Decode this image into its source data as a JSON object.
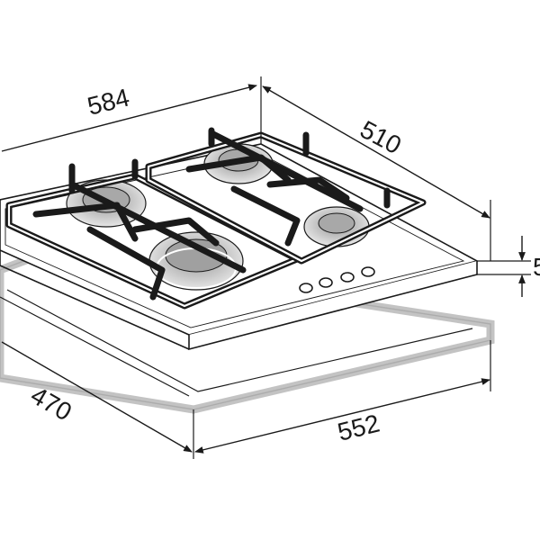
{
  "dimensions": {
    "overall_width": "584",
    "overall_depth": "510",
    "cutout_width": "552",
    "cutout_depth": "470",
    "height": "5"
  },
  "colors": {
    "line": "#1a1a1a",
    "cutout_frame": "#bdbdbd",
    "burner_shade": "#b8b8b8",
    "surface": "#ffffff"
  },
  "parts": {
    "burners": 4,
    "control_knobs": 4
  }
}
